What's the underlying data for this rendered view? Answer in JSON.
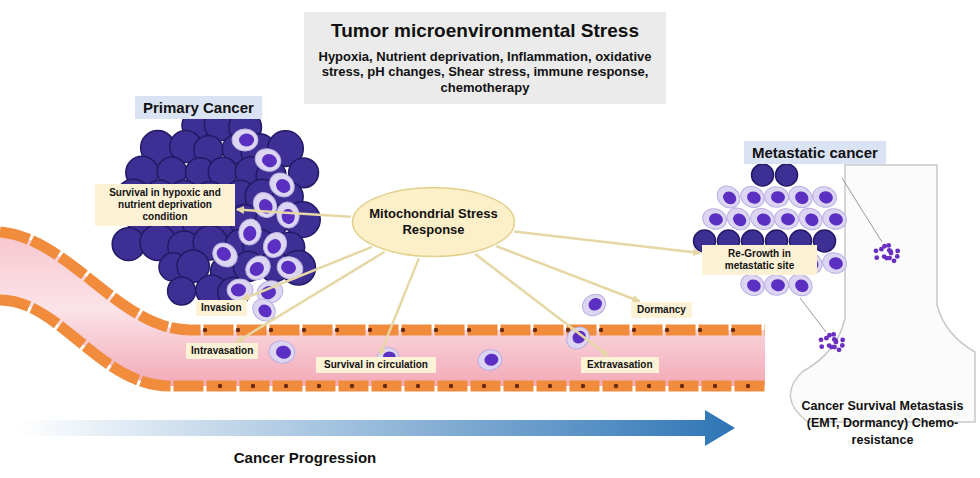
{
  "diagram": {
    "nodes": [
      {
        "text": [
          "Tumor microenvironmental Stress",
          "Hypoxia, Nutrient deprivation, Inflammation, oxidative stress, pH changes, Shear stress, immune response, chemotherapy"
        ]
      },
      {
        "text": [
          "Primary Cancer"
        ]
      },
      {
        "text": [
          "Survival in hypoxic and nutrient deprivation condition"
        ]
      },
      {
        "text": [
          "Mitochondrial Stress Response"
        ]
      },
      {
        "text": [
          "Invasion"
        ]
      },
      {
        "text": [
          "Intravasation"
        ]
      },
      {
        "text": [
          "Survival in circulation"
        ]
      },
      {
        "text": [
          "Dormancy"
        ]
      },
      {
        "text": [
          "Extravasation"
        ]
      },
      {
        "text": [
          "Metastatic cancer"
        ]
      },
      {
        "text": [
          "Re-Growth in metastatic site"
        ]
      }
    ],
    "edges": [
      {
        "from": 3,
        "to": 2,
        "arrow": "to"
      },
      {
        "from": 3,
        "to": 4,
        "arrow": "to"
      },
      {
        "from": 3,
        "to": 5,
        "arrow": "to"
      },
      {
        "from": 3,
        "to": 6,
        "arrow": "to"
      },
      {
        "from": 3,
        "to": 8,
        "arrow": "to"
      },
      {
        "from": 3,
        "to": 7,
        "arrow": "to"
      },
      {
        "from": 3,
        "to": 10,
        "arrow": "to"
      }
    ],
    "labels": [
      "Cancer Progression",
      "Cancer Survival Metastasis (EMT, Dormancy) Chemo-resistance"
    ]
  }
}
